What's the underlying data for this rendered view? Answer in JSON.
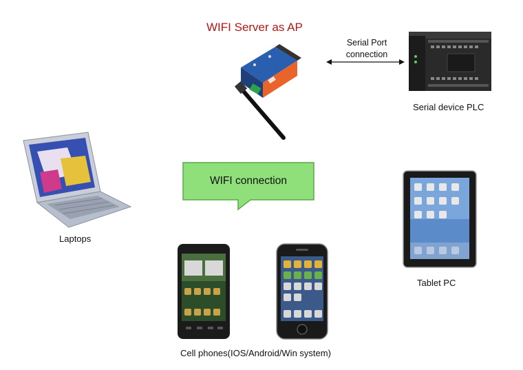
{
  "diagram": {
    "title": "WIFI Server as AP",
    "serial_link_label": "Serial Port connection",
    "plc_label": "Serial device PLC",
    "bubble_text": "WIFI connection",
    "laptop_label": "Laptops",
    "tablet_label": "Tablet PC",
    "phones_label": "Cell phones(IOS/Android/Win system)",
    "colors": {
      "title": "#b01818",
      "bubble_fill": "#8fe07a",
      "server_blue": "#2a5fb0",
      "server_orange": "#e8642a"
    }
  }
}
